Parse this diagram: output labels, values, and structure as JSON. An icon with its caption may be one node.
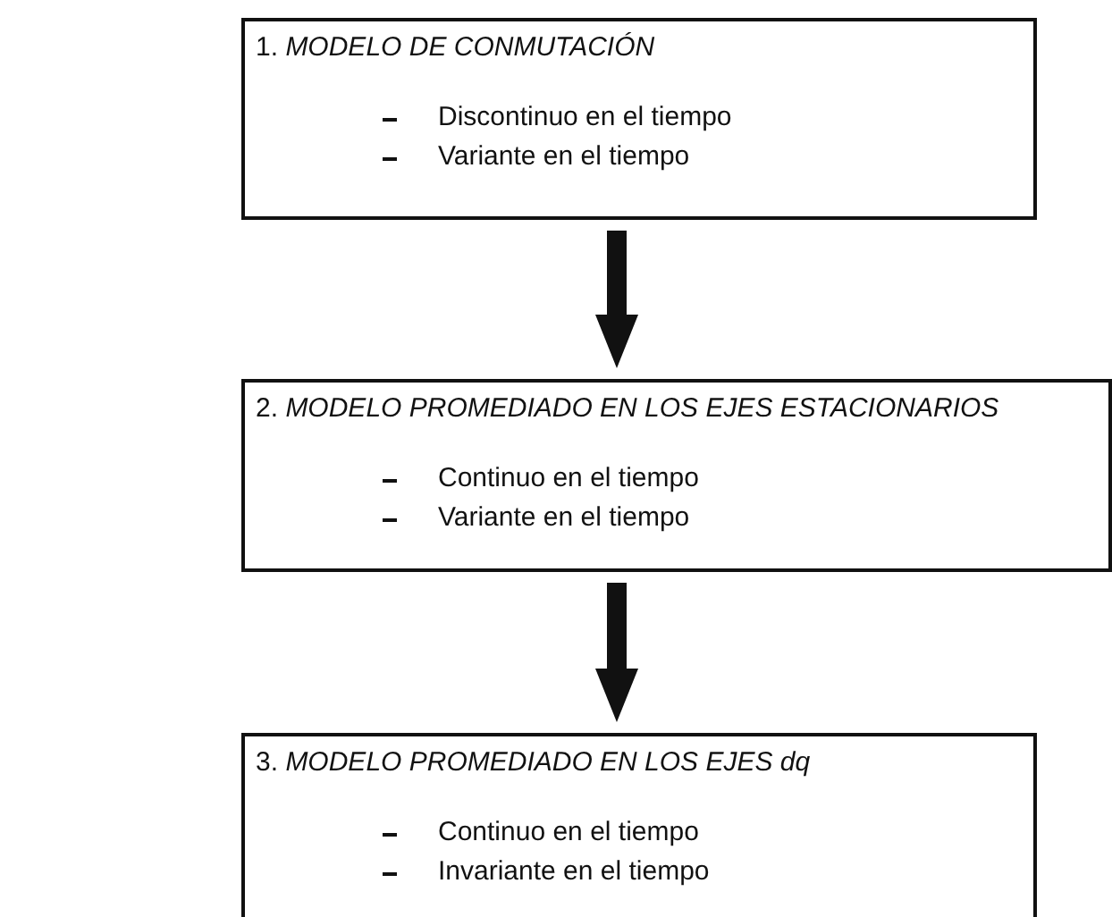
{
  "diagram": {
    "nodes": [
      {
        "text": [
          "1. *MODELO DE CONMUTACIÓN*",
          "Discontinuo en el tiempo",
          "Variante en el tiempo"
        ]
      },
      {
        "text": [
          "2. *MODELO PROMEDIADO EN LOS EJES ESTACIONARIOS*",
          "Continuo en el tiempo",
          "Variante en el tiempo"
        ]
      },
      {
        "text": [
          "3. *MODELO PROMEDIADO EN LOS EJES dq*",
          "Continuo en el tiempo",
          "Invariante en el tiempo"
        ]
      }
    ],
    "edges": [
      {
        "from": 0,
        "to": 1,
        "arrow": "to"
      },
      {
        "from": 1,
        "to": 2,
        "arrow": "to"
      }
    ]
  }
}
